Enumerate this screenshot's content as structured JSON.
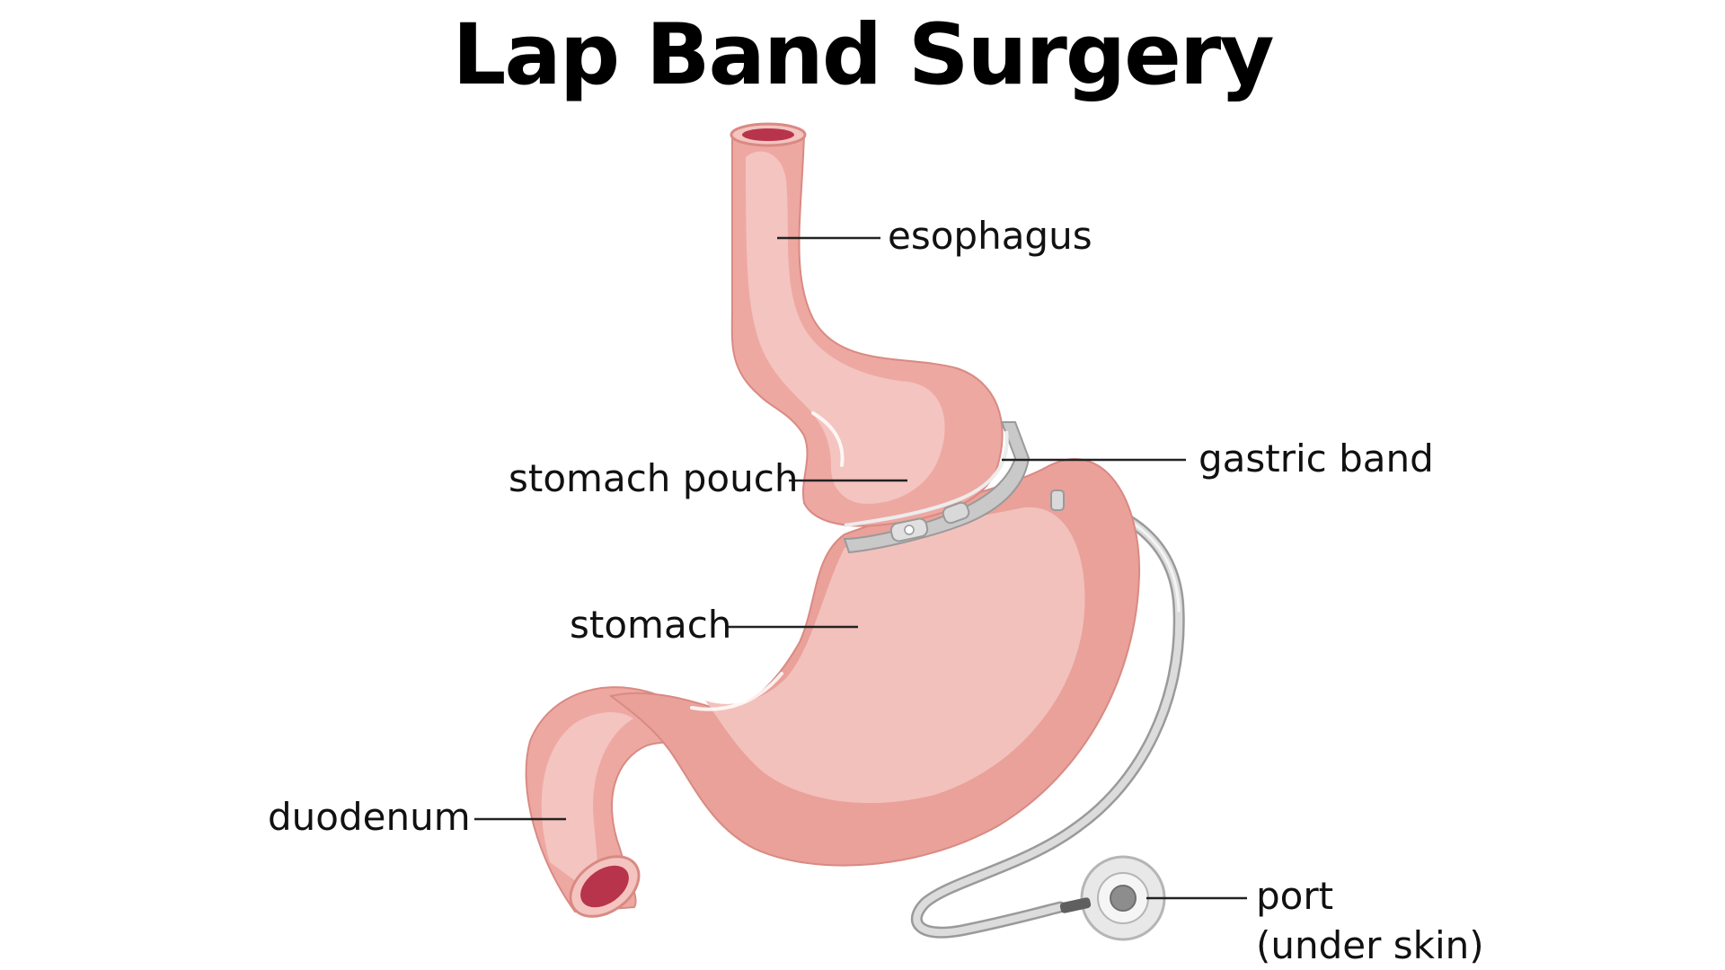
{
  "title": "Lap Band Surgery",
  "labels": {
    "esophagus": "esophagus",
    "gastric_band": "gastric band",
    "stomach_pouch": "stomach pouch",
    "stomach": "stomach",
    "duodenum": "duodenum",
    "port_line1": "port",
    "port_line2": "(under skin)"
  },
  "colors": {
    "organ_light": "#f4c4c0",
    "organ_mid": "#eea8a2",
    "organ_dark": "#e3938c",
    "lumen": "#b8344a",
    "band": "#d9d9d9",
    "tube": "#cfcfcf",
    "leader_line": "#222222",
    "text": "#111111"
  }
}
